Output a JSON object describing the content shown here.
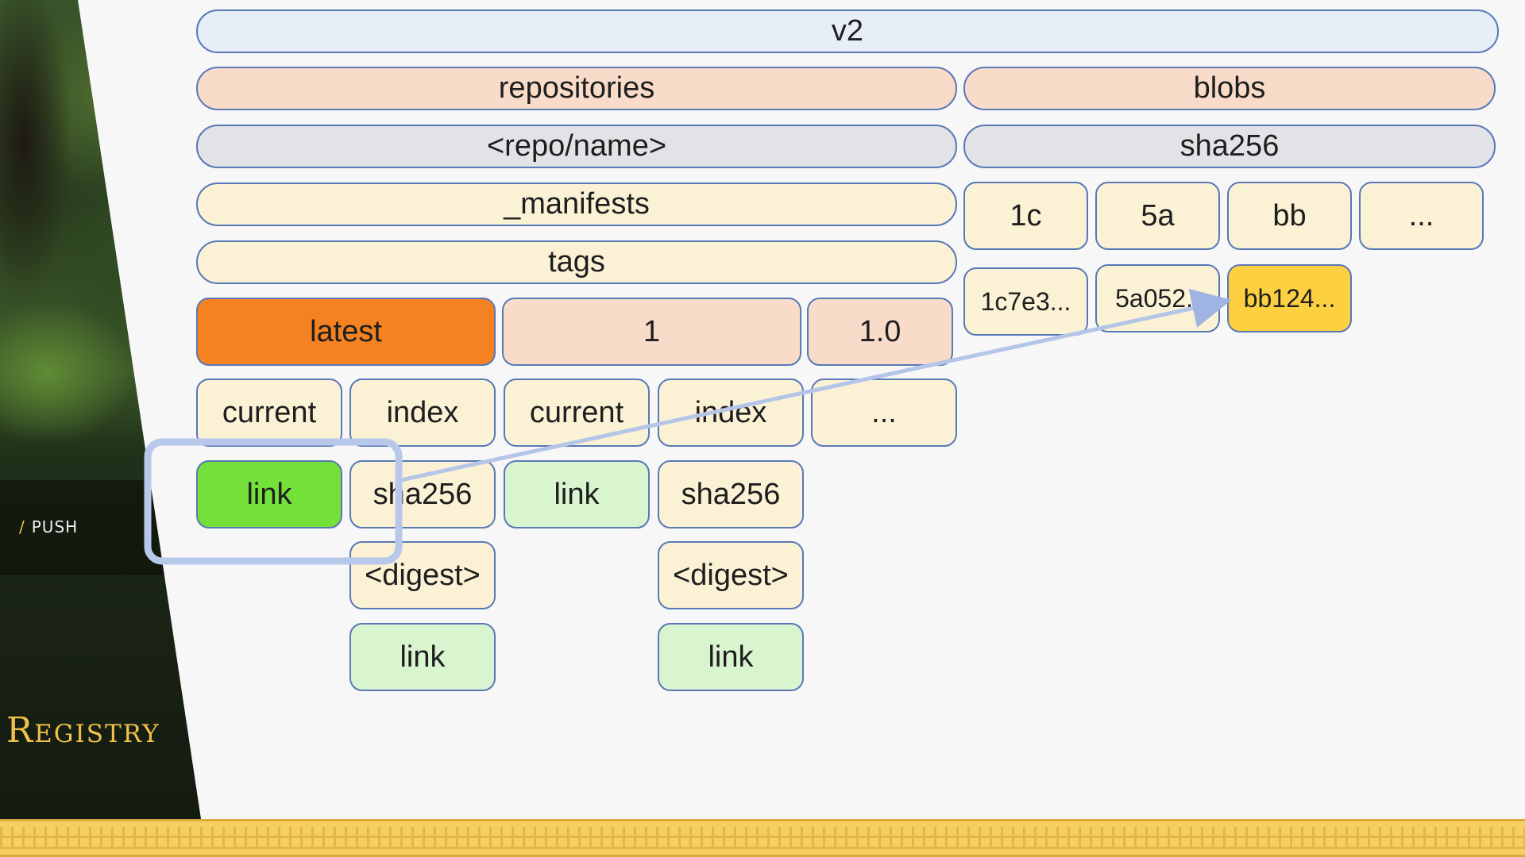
{
  "sidebar": {
    "section": "PUSH",
    "section_slash": "/",
    "title": "Registry"
  },
  "tree": {
    "root": "v2",
    "repositories": "repositories",
    "blobs": "blobs",
    "repo_name": "<repo/name>",
    "blob_algo": "sha256",
    "manifests": "_manifests",
    "tags_label": "tags",
    "tags": [
      "latest",
      "1",
      "1.0"
    ],
    "tag_children": [
      "current",
      "index",
      "current",
      "index",
      "..."
    ],
    "current_link": "link",
    "index_algo": "sha256",
    "current_link_2": "link",
    "index_algo_2": "sha256",
    "digest": "<digest>",
    "digest_2": "<digest>",
    "digest_link": "link",
    "digest_link_2": "link",
    "blob_prefixes": [
      "1c",
      "5a",
      "bb",
      "..."
    ],
    "blob_entries": [
      "1c7e3...",
      "5a052..",
      "bb124..."
    ]
  },
  "colors": {
    "highlight_tag": "#f58220",
    "highlight_link": "#74e03a",
    "highlight_blob": "#fdd041",
    "arrow": "#b4c5e8"
  }
}
